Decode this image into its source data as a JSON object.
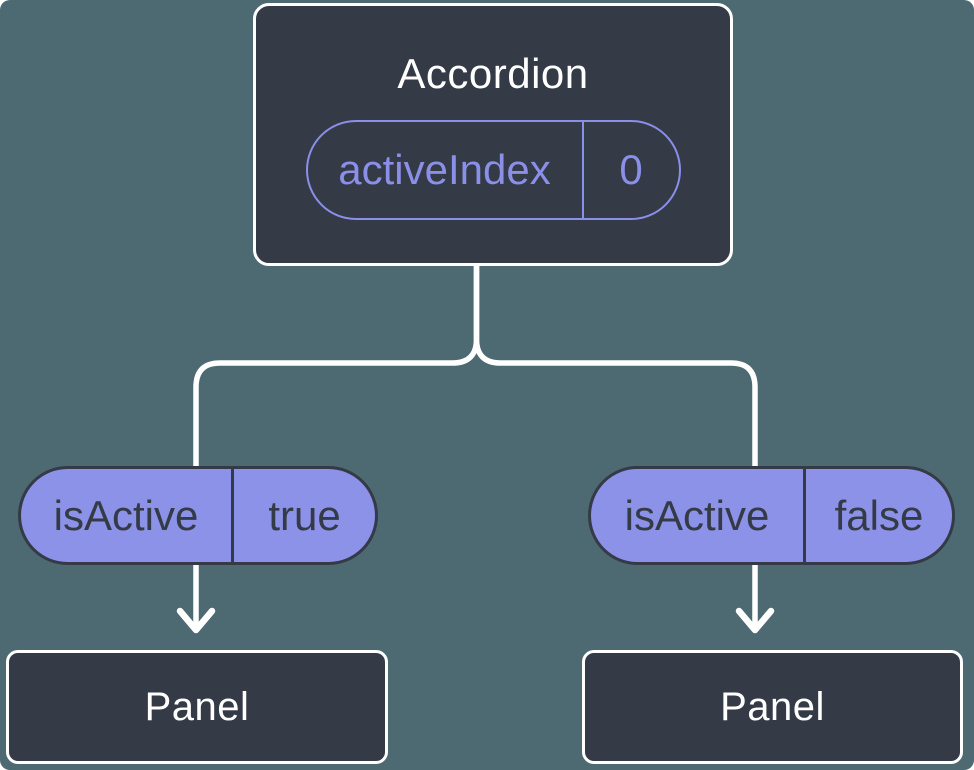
{
  "diagram": {
    "root": {
      "title": "Accordion",
      "state": {
        "name": "activeIndex",
        "value": "0"
      }
    },
    "children": [
      {
        "prop": {
          "name": "isActive",
          "value": "true"
        },
        "node": {
          "title": "Panel"
        }
      },
      {
        "prop": {
          "name": "isActive",
          "value": "false"
        },
        "node": {
          "title": "Panel"
        }
      }
    ]
  },
  "colors": {
    "background": "#4d6972",
    "node_fill": "#343a46",
    "node_border": "#ffffff",
    "node_text": "#ffffff",
    "connector": "#ffffff",
    "state_pill_outline": "#8a8fe8",
    "state_pill_text": "#8a8fe8",
    "prop_pill_fill": "#8b92e8",
    "prop_pill_border": "#343a46",
    "prop_pill_text": "#343a46"
  }
}
